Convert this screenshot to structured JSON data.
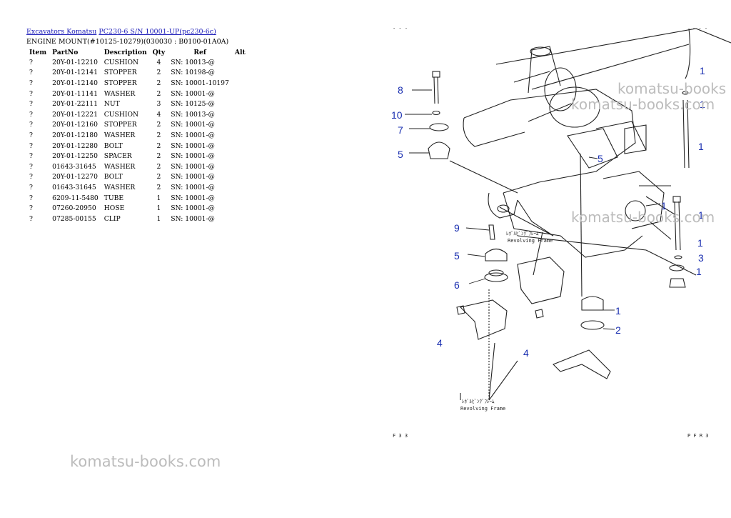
{
  "breadcrumb": {
    "link1": "Excavators Komatsu",
    "link2": "PC230-6 S/N 10001-UP(pc230-6c)"
  },
  "subtitle": "ENGINE MOUNT(#10125-10279)(030030 : B0100-01A0A)",
  "table": {
    "headers": [
      "Item",
      "PartNo",
      "Description",
      "Qty",
      "Ref",
      "Alt"
    ],
    "rows": [
      [
        "?",
        "20Y-01-12210",
        "CUSHION",
        "4",
        "SN: 10013-@",
        ""
      ],
      [
        "?",
        "20Y-01-12141",
        "STOPPER",
        "2",
        "SN: 10198-@",
        ""
      ],
      [
        "?",
        "20Y-01-12140",
        "STOPPER",
        "2",
        "SN: 10001-10197",
        ""
      ],
      [
        "?",
        "20Y-01-11141",
        "WASHER",
        "2",
        "SN: 10001-@",
        ""
      ],
      [
        "?",
        "20Y-01-22111",
        "NUT",
        "3",
        "SN: 10125-@",
        ""
      ],
      [
        "?",
        "20Y-01-12221",
        "CUSHION",
        "4",
        "SN: 10013-@",
        ""
      ],
      [
        "?",
        "20Y-01-12160",
        "STOPPER",
        "2",
        "SN: 10001-@",
        ""
      ],
      [
        "?",
        "20Y-01-12180",
        "WASHER",
        "2",
        "SN: 10001-@",
        ""
      ],
      [
        "?",
        "20Y-01-12280",
        "BOLT",
        "2",
        "SN: 10001-@",
        ""
      ],
      [
        "?",
        "20Y-01-12250",
        "SPACER",
        "2",
        "SN: 10001-@",
        ""
      ],
      [
        "?",
        "01643-31645",
        "WASHER",
        "2",
        "SN: 10001-@",
        ""
      ],
      [
        "?",
        "20Y-01-12270",
        "BOLT",
        "2",
        "SN: 10001-@",
        ""
      ],
      [
        "?",
        "01643-31645",
        "WASHER",
        "2",
        "SN: 10001-@",
        ""
      ],
      [
        "?",
        "6209-11-5480",
        "TUBE",
        "1",
        "SN: 10001-@",
        ""
      ],
      [
        "?",
        "07260-20950",
        "HOSE",
        "1",
        "SN: 10001-@",
        ""
      ],
      [
        "?",
        "07285-00155",
        "CLIP",
        "1",
        "SN: 10001-@",
        ""
      ]
    ]
  },
  "diagram": {
    "callouts": [
      "8",
      "10",
      "7",
      "5",
      "9",
      "5",
      "6",
      "4",
      "4",
      "5",
      "1",
      "1",
      "1",
      "1",
      "1",
      "1",
      "3",
      "1",
      "1",
      "2"
    ],
    "frame_label_jp": "ﾚﾎﾞﾙﾋﾞﾝｸﾞﾌﾚｰﾑ",
    "frame_label_en": "Revolving Frame",
    "corner_left": "F 3 3",
    "corner_right": "P F R 3",
    "top_marks_left": "- - -",
    "top_marks_right": "- - -",
    "line_color": "#222222",
    "callout_color": "#1a2fb0"
  },
  "watermarks": {
    "bottom": "komatsu-books.com",
    "top1": "komatsu-books",
    "top2": "komatsu-books.com",
    "mid": "komatsu-books.com"
  }
}
